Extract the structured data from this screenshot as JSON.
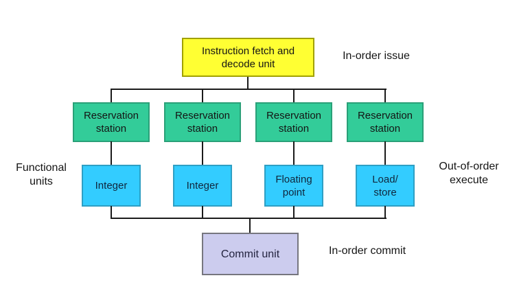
{
  "diagram": {
    "fetch_unit": {
      "lines": [
        "Instruction fetch and",
        "decode unit"
      ]
    },
    "reservation_stations": [
      {
        "lines": [
          "Reservation",
          "station"
        ]
      },
      {
        "lines": [
          "Reservation",
          "station"
        ]
      },
      {
        "lines": [
          "Reservation",
          "station"
        ]
      },
      {
        "lines": [
          "Reservation",
          "station"
        ]
      }
    ],
    "functional_units": [
      {
        "lines": [
          "Integer"
        ]
      },
      {
        "lines": [
          "Integer"
        ]
      },
      {
        "lines": [
          "Floating",
          "point"
        ]
      },
      {
        "lines": [
          "Load/",
          "store"
        ]
      }
    ],
    "commit_unit": {
      "lines": [
        "Commit unit"
      ]
    },
    "annotations": {
      "issue": {
        "lines": [
          "In-order issue"
        ]
      },
      "functional": {
        "lines": [
          "Functional",
          "units"
        ]
      },
      "execute": {
        "lines": [
          "Out-of-order",
          "execute"
        ]
      },
      "commit": {
        "lines": [
          "In-order commit"
        ]
      }
    },
    "colors": {
      "fetch_fill": "#ffff33",
      "fetch_border": "#a0a000",
      "station_fill": "#33cc99",
      "station_border": "#2aa078",
      "unit_fill": "#33ccff",
      "unit_border": "#2e9fc4",
      "commit_fill": "#ccccee",
      "commit_border": "#76767e",
      "connector": "#1a1a1a",
      "background": "#ffffff",
      "text": "#141414"
    }
  }
}
